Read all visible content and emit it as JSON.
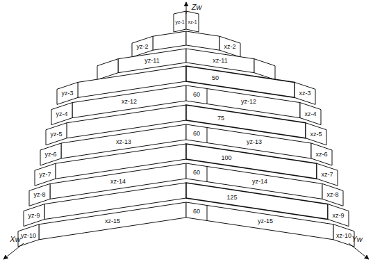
{
  "diagram": {
    "labels": [
      "Zw",
      "Xw",
      "Yw",
      "yz-1",
      "xz-1",
      "yz-2",
      "xz-2",
      "yz-11",
      "xz-11",
      "yz-3",
      "yz-4",
      "yz-5",
      "yz-6",
      "yz-7",
      "yz-8",
      "yz-9",
      "yz-10",
      "xz-3",
      "xz-4",
      "xz-5",
      "xz-6",
      "xz-7",
      "xz-8",
      "xz-9",
      "xz-10",
      "xz-12",
      "xz-13",
      "xz-14",
      "xz-15",
      "yz-12",
      "yz-13",
      "yz-14",
      "yz-15",
      "60",
      "60",
      "60",
      "60",
      "50",
      "75",
      "100",
      "125"
    ]
  }
}
